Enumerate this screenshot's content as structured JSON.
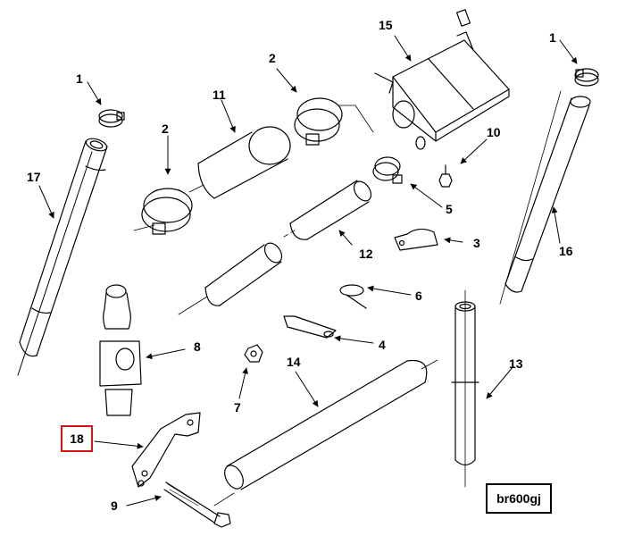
{
  "diagram": {
    "reference_code": "br600gj",
    "highlighted_part": "18",
    "colors": {
      "highlight": "#d11111",
      "line": "#000000"
    },
    "callouts": [
      "1",
      "1",
      "2",
      "2",
      "3",
      "4",
      "5",
      "6",
      "7",
      "8",
      "9",
      "10",
      "11",
      "12",
      "13",
      "14",
      "15",
      "16",
      "17",
      "18"
    ]
  }
}
